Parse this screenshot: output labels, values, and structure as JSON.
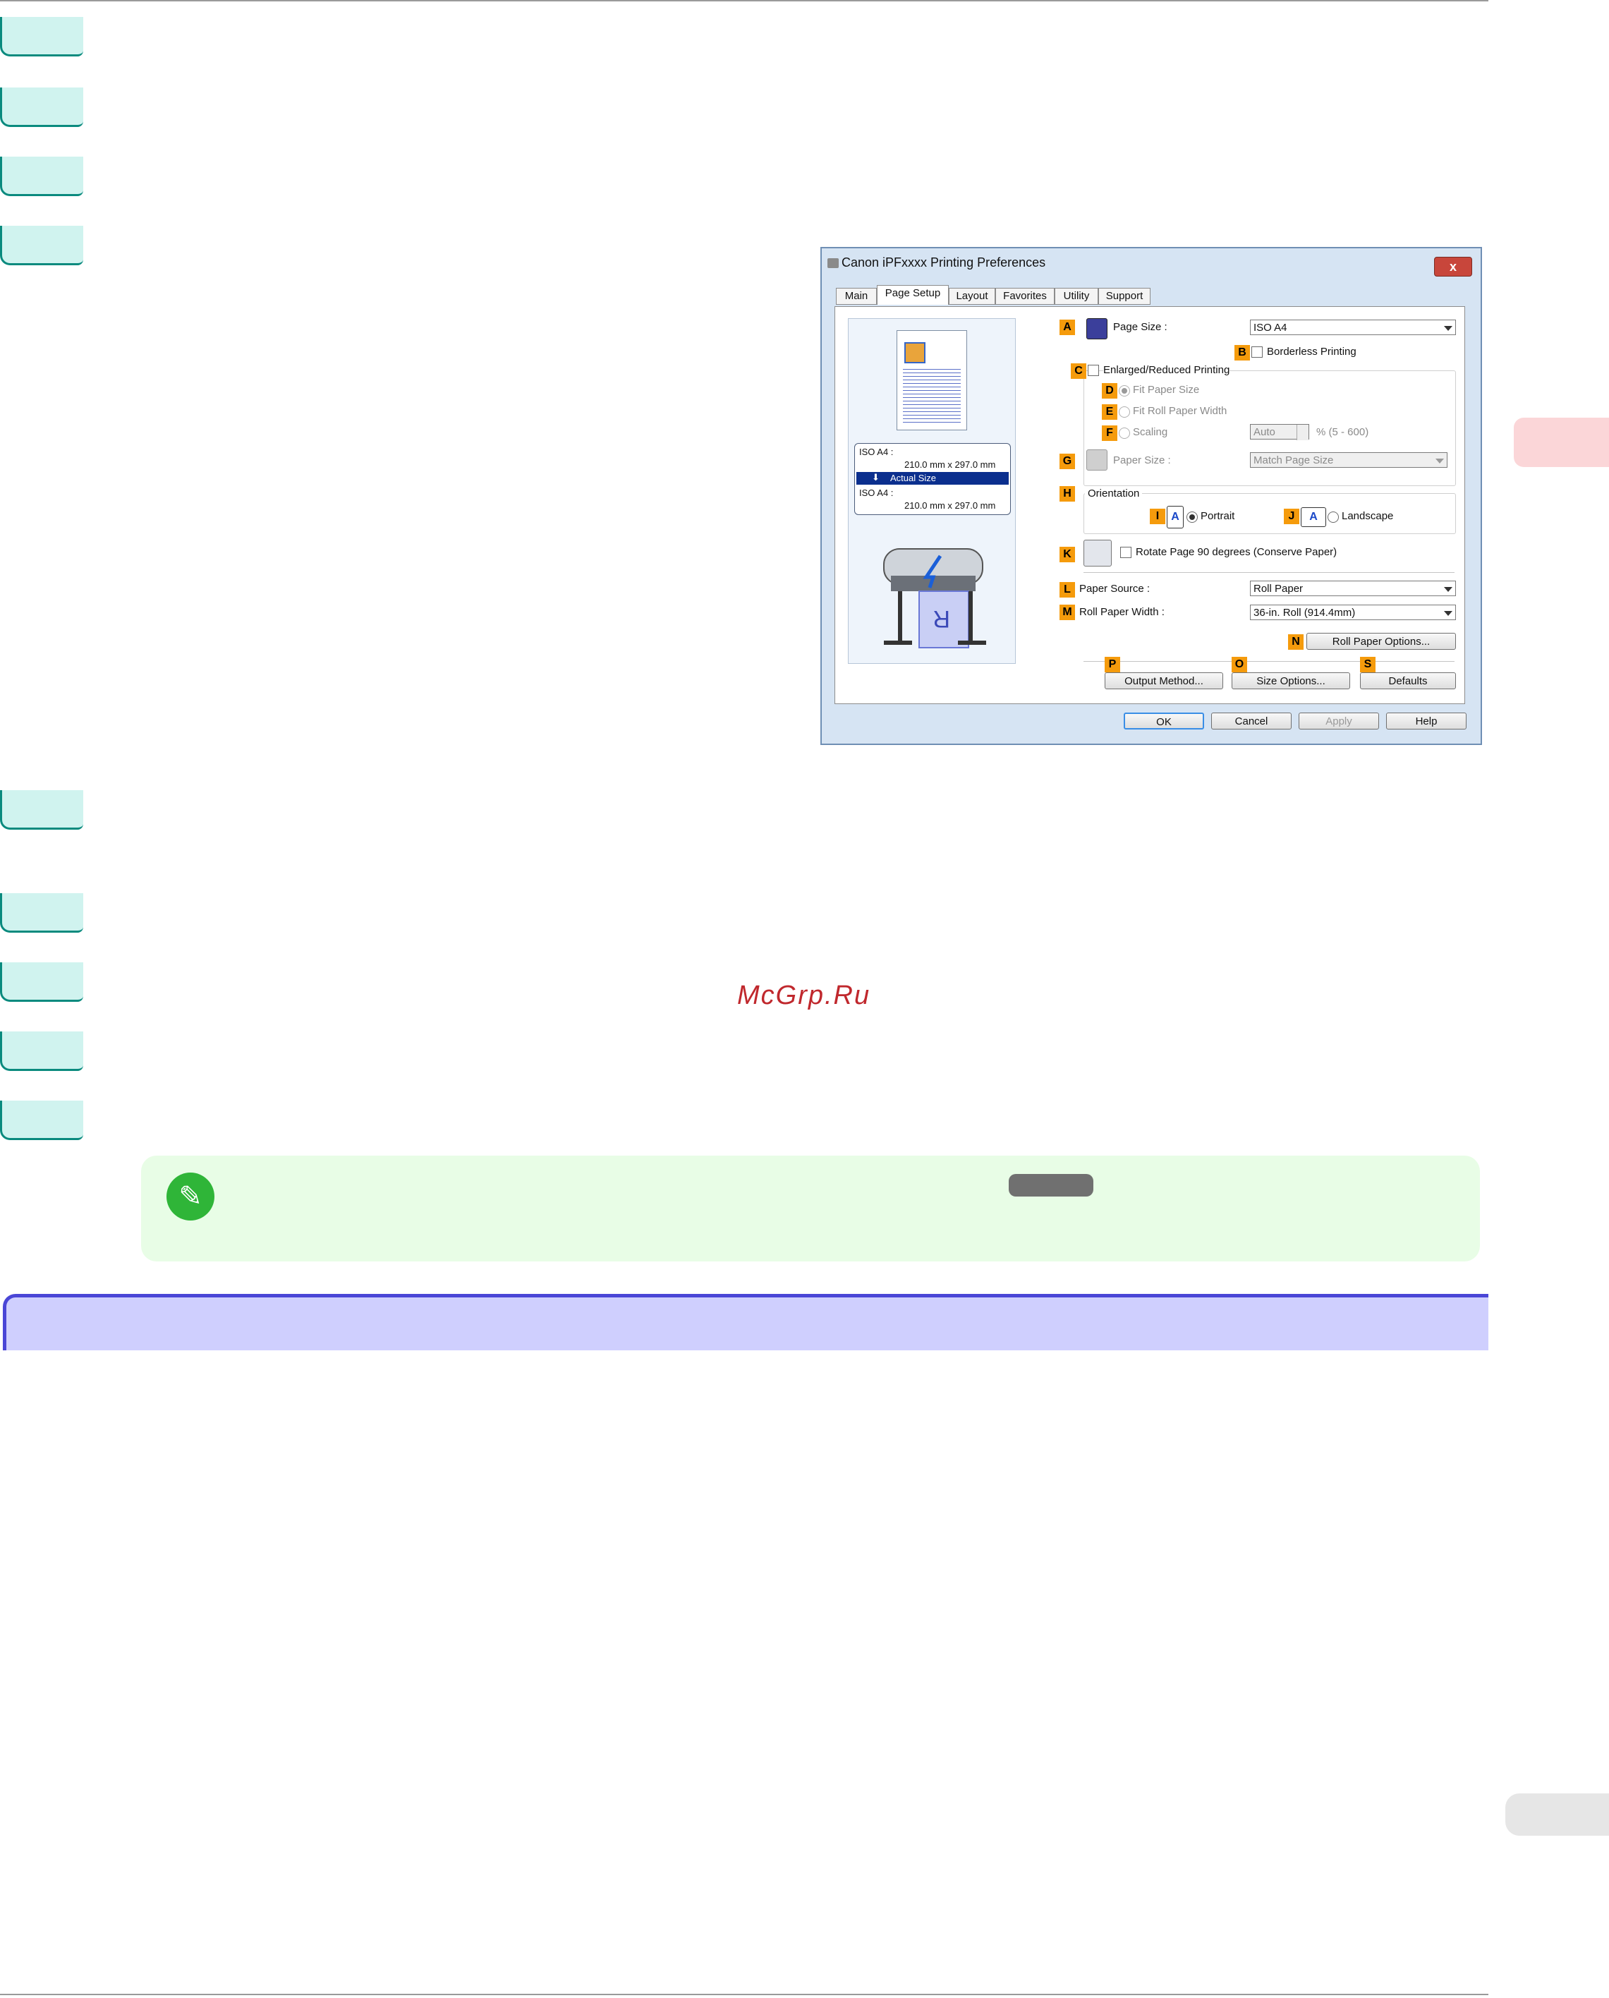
{
  "watermark": "McGrp.Ru",
  "dialog": {
    "title": "Canon iPFxxxx Printing Preferences",
    "close": "x",
    "tabs": [
      "Main",
      "Page Setup",
      "Layout",
      "Favorites",
      "Utility",
      "Support"
    ],
    "active_tab": "Page Setup",
    "preview": {
      "top_label": "ISO A4 :",
      "top_size": "210.0 mm x 297.0 mm",
      "mode": "Actual Size",
      "bottom_label": "ISO A4 :",
      "bottom_size": "210.0 mm x 297.0 mm"
    },
    "labels": {
      "A": "A",
      "B": "B",
      "C": "C",
      "D": "D",
      "E": "E",
      "F": "F",
      "G": "G",
      "H": "H",
      "I": "I",
      "J": "J",
      "K": "K",
      "L": "L",
      "M": "M",
      "N": "N",
      "O": "O",
      "P": "P",
      "S": "S"
    },
    "page_size_label": "Page Size :",
    "page_size_value": "ISO A4",
    "borderless": "Borderless Printing",
    "enlarged": "Enlarged/Reduced Printing",
    "fit_paper": "Fit Paper Size",
    "fit_roll": "Fit Roll Paper Width",
    "scaling": "Scaling",
    "scaling_value": "Auto",
    "scaling_range": "% (5 - 600)",
    "paper_size_label": "Paper Size :",
    "paper_size_value": "Match Page Size",
    "orientation": "Orientation",
    "portrait": "Portrait",
    "landscape": "Landscape",
    "rotate": "Rotate Page 90 degrees (Conserve Paper)",
    "paper_source_label": "Paper Source :",
    "paper_source_value": "Roll Paper",
    "roll_width_label": "Roll Paper Width :",
    "roll_width_value": "36-in. Roll (914.4mm)",
    "roll_options": "Roll Paper Options...",
    "output_method": "Output Method...",
    "size_options": "Size Options...",
    "defaults": "Defaults",
    "ok": "OK",
    "cancel": "Cancel",
    "apply": "Apply",
    "help": "Help",
    "colors": {
      "label_orange": "#f59b0c",
      "highlight": "#0b2f8e"
    }
  }
}
